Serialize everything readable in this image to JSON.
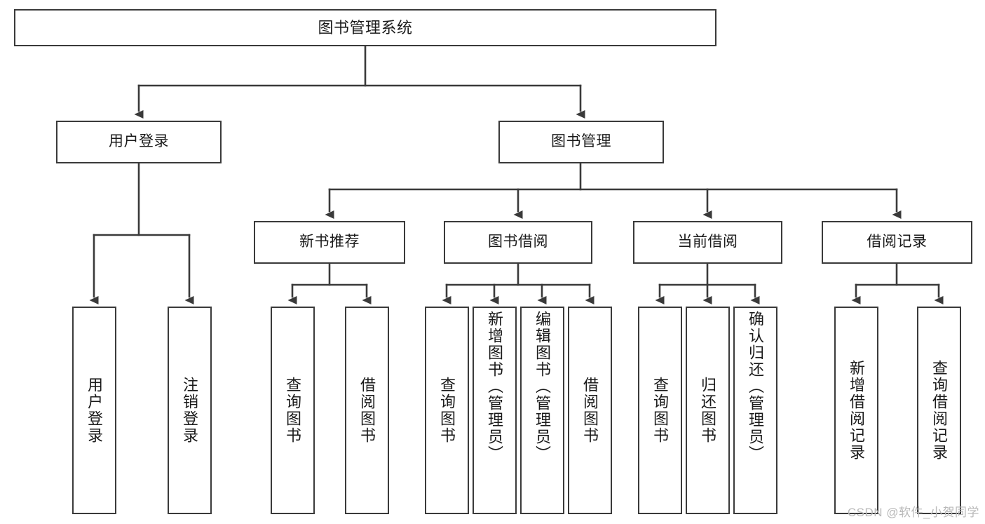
{
  "diagram": {
    "title": "图书管理系统",
    "type": "hierarchy-tree",
    "watermark": "CSDN @软件_小贺同学",
    "colors": {
      "background": "#ffffff",
      "node_border": "#3a3a3a",
      "node_fill": "#ffffff",
      "edge": "#3a3a3a",
      "text": "#1a1a1a",
      "watermark": "#b9b9b9"
    },
    "levels": {
      "root": {
        "label": "图书管理系统"
      },
      "level2": [
        {
          "label": "用户登录"
        },
        {
          "label": "图书管理"
        }
      ],
      "level3": [
        {
          "label": "新书推荐"
        },
        {
          "label": "图书借阅"
        },
        {
          "label": "当前借阅"
        },
        {
          "label": "借阅记录"
        }
      ],
      "leaves": [
        {
          "label": "用户登录",
          "parent": "用户登录"
        },
        {
          "label": "注销登录",
          "parent": "用户登录"
        },
        {
          "label": "查询图书",
          "parent": "新书推荐"
        },
        {
          "label": "借阅图书",
          "parent": "新书推荐"
        },
        {
          "label": "查询图书",
          "parent": "图书借阅"
        },
        {
          "label": "新增图书（管理员）",
          "parent": "图书借阅"
        },
        {
          "label": "编辑图书（管理员）",
          "parent": "图书借阅"
        },
        {
          "label": "借阅图书",
          "parent": "图书借阅"
        },
        {
          "label": "查询图书",
          "parent": "当前借阅"
        },
        {
          "label": "归还图书",
          "parent": "当前借阅"
        },
        {
          "label": "确认归还（管理员）",
          "parent": "当前借阅"
        },
        {
          "label": "新增借阅记录",
          "parent": "借阅记录"
        },
        {
          "label": "查询借阅记录",
          "parent": "借阅记录"
        }
      ]
    }
  }
}
